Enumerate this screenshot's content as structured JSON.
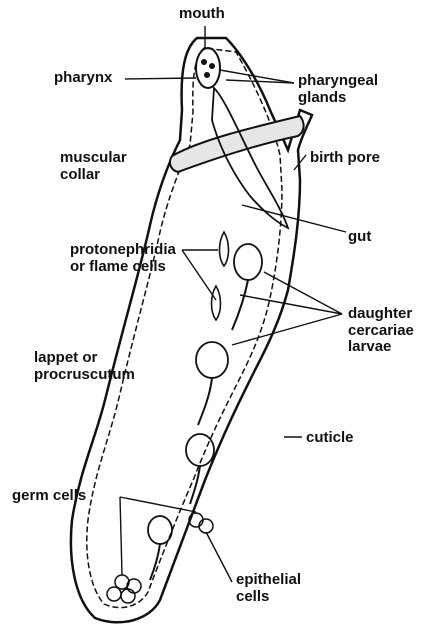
{
  "labels": {
    "mouth": "mouth",
    "pharynx": "pharynx",
    "pharyngeal_glands": "pharyngeal glands",
    "muscular_collar": "muscular collar",
    "birth_pore": "birth pore",
    "gut": "gut",
    "protonephridia": "protonephridia or flame cells",
    "daughter_cercariae": "daughter cercariae larvae",
    "lappet": "lappet or procruscutum",
    "cuticle": "cuticle",
    "germ_cells": "germ cells",
    "epithelial_cells": "epithelial cells"
  },
  "colors": {
    "ink": "#111111",
    "paper": "#ffffff",
    "collar_fill": "#e6e6e6"
  }
}
